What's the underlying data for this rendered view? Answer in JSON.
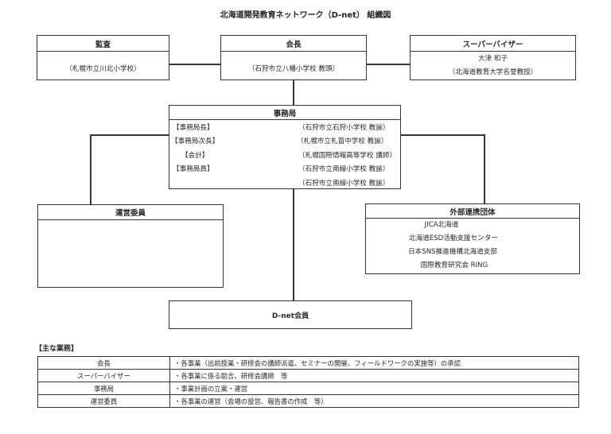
{
  "title": "北海道開発教育ネットワーク（D-net） 組織図",
  "auditor": {
    "label": "監査",
    "affiliation": "（札幌市立川北小学校）"
  },
  "president": {
    "label": "会長",
    "affiliation": "（石狩市立八幡小学校 教頭）"
  },
  "supervisor": {
    "label": "スーパーバイザー",
    "name": "大津 和子",
    "affiliation": "（北海道教育大学名誉教授）"
  },
  "secretariat": {
    "label": "事務局",
    "members": [
      {
        "role": "【事務局長】",
        "affiliation": "（石狩市立石狩小学校 教諭）"
      },
      {
        "role": "【事務局次長】",
        "affiliation": "（札幌市立札苗中学校 教諭）"
      },
      {
        "role": "【会計】",
        "affiliation": "（札幌国際情報高等学校 講師）"
      },
      {
        "role": "【事務局員】",
        "affiliation": "（石狩市立南線小学校 教諭）"
      },
      {
        "role": "",
        "affiliation": "（石狩市立南線小学校 教諭）"
      }
    ]
  },
  "steering_committee": {
    "label": "運営委員"
  },
  "external_partners": {
    "label": "外部連携団体",
    "items": [
      "JICA北海道",
      "北海道ESD活動支援センター",
      "日本SNS推進機構北海道支部",
      "国際教育研究会 RING"
    ]
  },
  "members": {
    "label": "D-net会員"
  },
  "main_tasks": {
    "heading": "【主な業務】",
    "rows": [
      {
        "role": "会長",
        "duty": "・各事業（出前授業・研修会の講師派遣、セミナーの開催、フィールドワークの実施等）の承認"
      },
      {
        "role": "スーパーバイザー",
        "duty": "・各事業に係る助言、研修会講師　等"
      },
      {
        "role": "事務局",
        "duty": "・事業計画の立案・運営"
      },
      {
        "role": "運営委員",
        "duty": "・各事業の運営（会場の設営、報告書の作成　等）"
      }
    ]
  }
}
